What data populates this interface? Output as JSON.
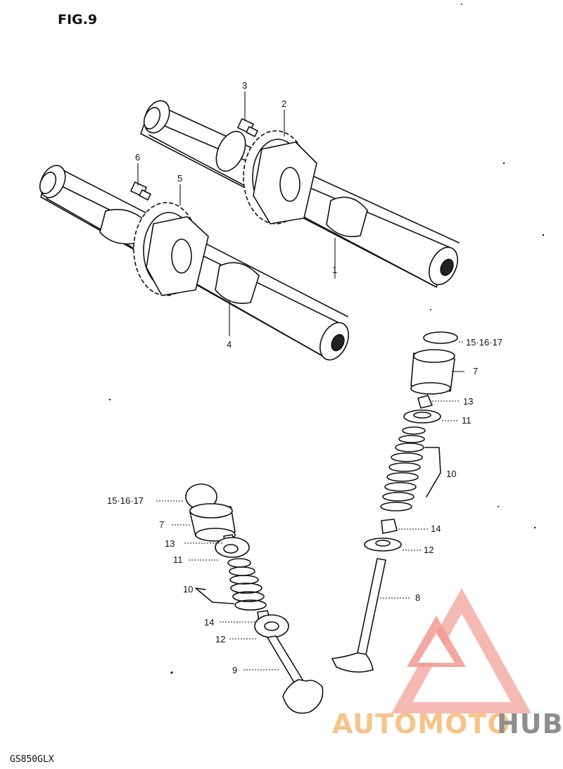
{
  "figure": {
    "title": "FIG.9",
    "model": "GS850GLX"
  },
  "watermark": {
    "brand_part1": "AUTOMOTO",
    "brand_part2": "HUB",
    "accent_color": "#f5b9b3",
    "accent_dark": "#f09a92",
    "text_orange": "#f6c48a",
    "text_gray": "#8e8e8e"
  },
  "callouts": {
    "c1": "1",
    "c2": "2",
    "c3": "3",
    "c4": "4",
    "c5": "5",
    "c6": "6",
    "r_15_16_17": "15·16·17",
    "r_7": "7",
    "r_13": "13",
    "r_11": "11",
    "r_10": "10",
    "r_14": "14",
    "r_12": "12",
    "r_8": "8",
    "l_15_16_17": "15·16·17",
    "l_7": "7",
    "l_13": "13",
    "l_11": "11",
    "l_10": "10",
    "l_14": "14",
    "l_12": "12",
    "l_9": "9"
  }
}
